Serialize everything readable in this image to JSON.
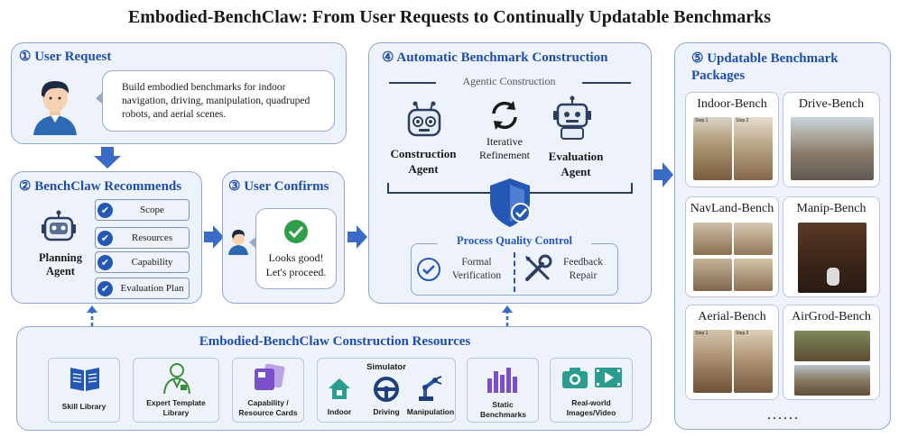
{
  "title": "Embodied-BenchClaw: From User Requests to Continually Updatable Benchmarks",
  "colors": {
    "accent": "#2557b5",
    "panel_bg": "#eef3fb",
    "panel_border": "#8fa6cf",
    "arrow": "#3a6bc7"
  },
  "user_request": {
    "title": "① User Request",
    "text": "Build embodied benchmarks for indoor navigation, driving, manipulation, quadruped robots, and aerial scenes."
  },
  "recommends": {
    "title": "② BenchClaw Recommends",
    "agent_label": "Planning Agent",
    "items": [
      "Scope",
      "Resources",
      "Capability",
      "Evaluation Plan"
    ]
  },
  "confirms": {
    "title": "③ User Confirms",
    "message": "Looks good! Let's proceed."
  },
  "construction": {
    "title": "④ Automatic Benchmark Construction",
    "subtitle": "Agentic Construction",
    "construction_agent": "Construction Agent",
    "iterative": "Iterative Refinement",
    "evaluation_agent": "Evaluation Agent",
    "qc_title": "Process Quality Control",
    "qc_left": "Formal Verification",
    "qc_right": "Feedback Repair"
  },
  "packages": {
    "title": "⑤ Updatable Benchmark Packages",
    "items": [
      "Indoor-Bench",
      "Drive-Bench",
      "NavLand-Bench",
      "Manip-Bench",
      "Aerial-Bench",
      "AirGrod-Bench"
    ],
    "step_labels": [
      "Step 1",
      "Step 2"
    ],
    "more": "......"
  },
  "resources": {
    "title": "Embodied-BenchClaw Construction Resources",
    "skill_library": "Skill Library",
    "expert_template": "Expert Template Library",
    "capability_cards": "Capability / Resource Cards",
    "simulator": "Simulator",
    "sim_items": [
      "Indoor",
      "Driving",
      "Manipulation"
    ],
    "static_benchmarks": "Static Benchmarks",
    "real_world": "Real-world Images/Video"
  }
}
